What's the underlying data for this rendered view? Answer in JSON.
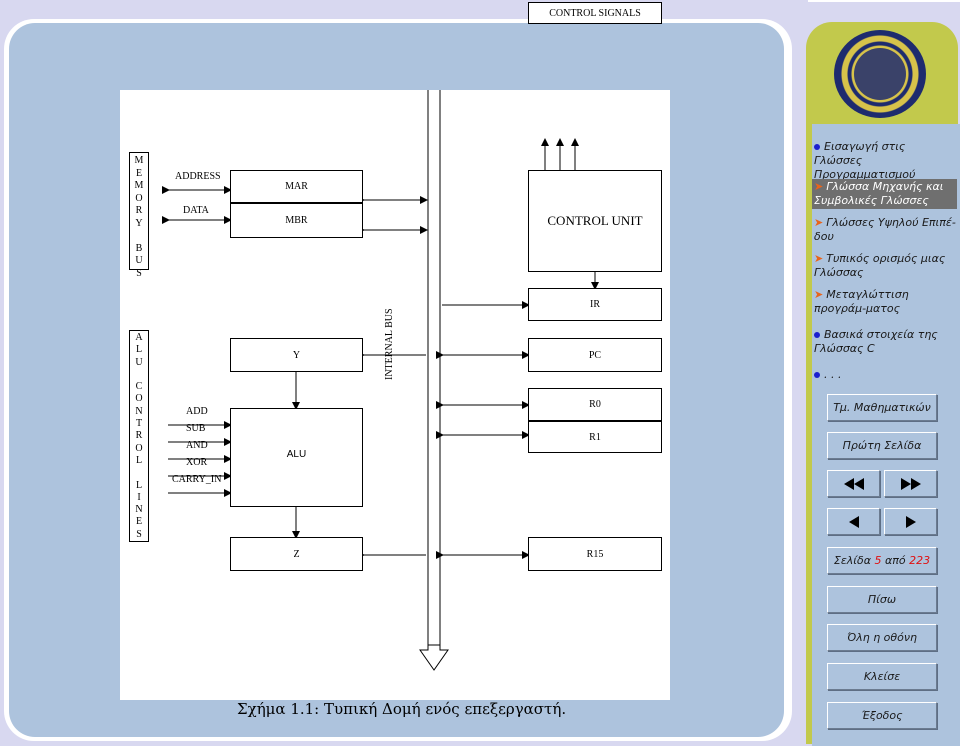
{
  "figure": {
    "control_signals": "CONTROL SIGNALS",
    "memory_bus_letters": "M\nE\nM\nO\nR\nY\n\nB\nU\nS",
    "alu_control_letters": "A\nL\nU\n\nC\nO\nN\nT\nR\nO\nL\n\nL\nI\nN\nE\nS",
    "address": "ADDRESS",
    "data": "DATA",
    "mar": "MAR",
    "mbr": "MBR",
    "control_unit": "CONTROL UNIT",
    "ir": "IR",
    "y": "Y",
    "alu": "ALU",
    "z": "Z",
    "internal_bus": "INTERNAL BUS",
    "pc": "PC",
    "r0": "R0",
    "r1": "R1",
    "r15": "R15",
    "ops": [
      "ADD",
      "SUB",
      "AND",
      "XOR",
      "CARRY_IN"
    ],
    "caption": "Σχήμα 1.1: Τυπική Δομή ενός επεξεργαστή."
  },
  "sidebar": {
    "intro": "Εισαγωγή στις Γλώσσες Προγραμματισμού",
    "items": [
      "Γλώσσα Μηχανής και Συμβολικές Γλώσσες",
      "Γλώσσες Υψηλού Επιπέ-δου",
      "Τυπικός ορισμός μιας Γλώσσας",
      "Μεταγλώττιση προγράμ-ματος"
    ],
    "basics": "Βασικά στοιχεία της Γλώσσας C",
    "ellipsis": ". . .",
    "dept": "Τμ. Μαθηματικών",
    "first_page": "Πρώτη Σελίδα",
    "page_prefix": "Σελίδα",
    "page_current": "5",
    "page_mid": "από",
    "page_total": "223",
    "back": "Πίσω",
    "fullscreen": "Όλη η οθόνη",
    "close": "Κλείσε",
    "exit": "Έξοδος",
    "icons": [
      "fast-back-icon",
      "fast-forward-icon",
      "prev-icon",
      "next-icon"
    ],
    "accent_color": "#e8641c",
    "bullet_color": "#1c1fcf",
    "highlight_color": "#6f6f6f"
  }
}
